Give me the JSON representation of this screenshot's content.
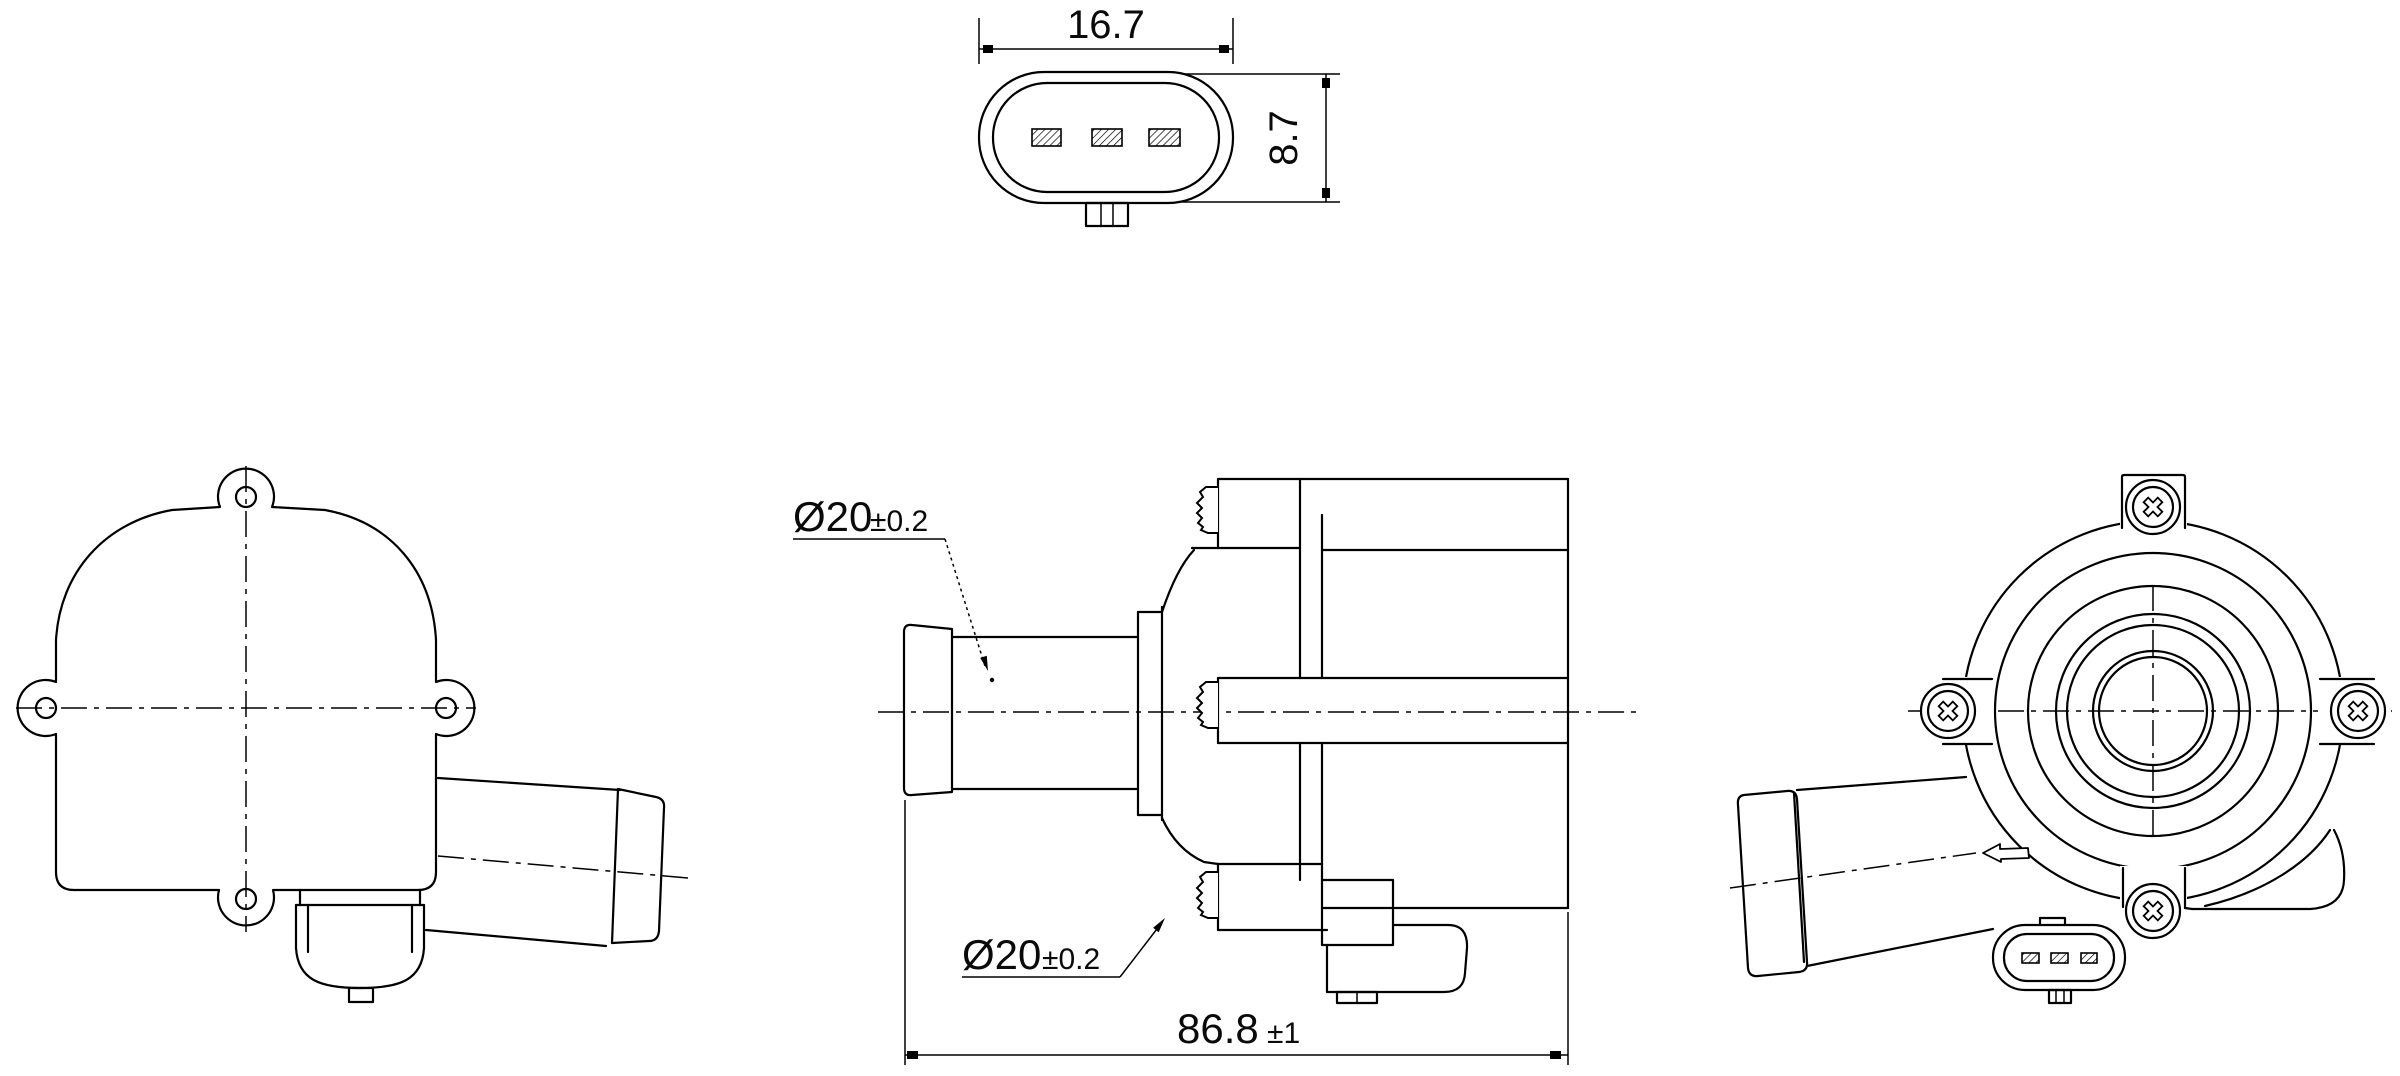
{
  "page": {
    "background": "#ffffff",
    "line_color": "#000000"
  },
  "views": {
    "connector_detail": {
      "width_dim": "16.7",
      "height_dim": "8.7",
      "pin_count": 3
    },
    "side_view": {
      "inlet_dim": {
        "value": "Ø20",
        "tolerance": "±0.2"
      },
      "outlet_dim": {
        "value": "Ø20",
        "tolerance": "±0.2"
      },
      "length_dim": {
        "value": "86.8",
        "tolerance": "±1"
      }
    },
    "front_view": {
      "flow_direction": "left"
    }
  }
}
